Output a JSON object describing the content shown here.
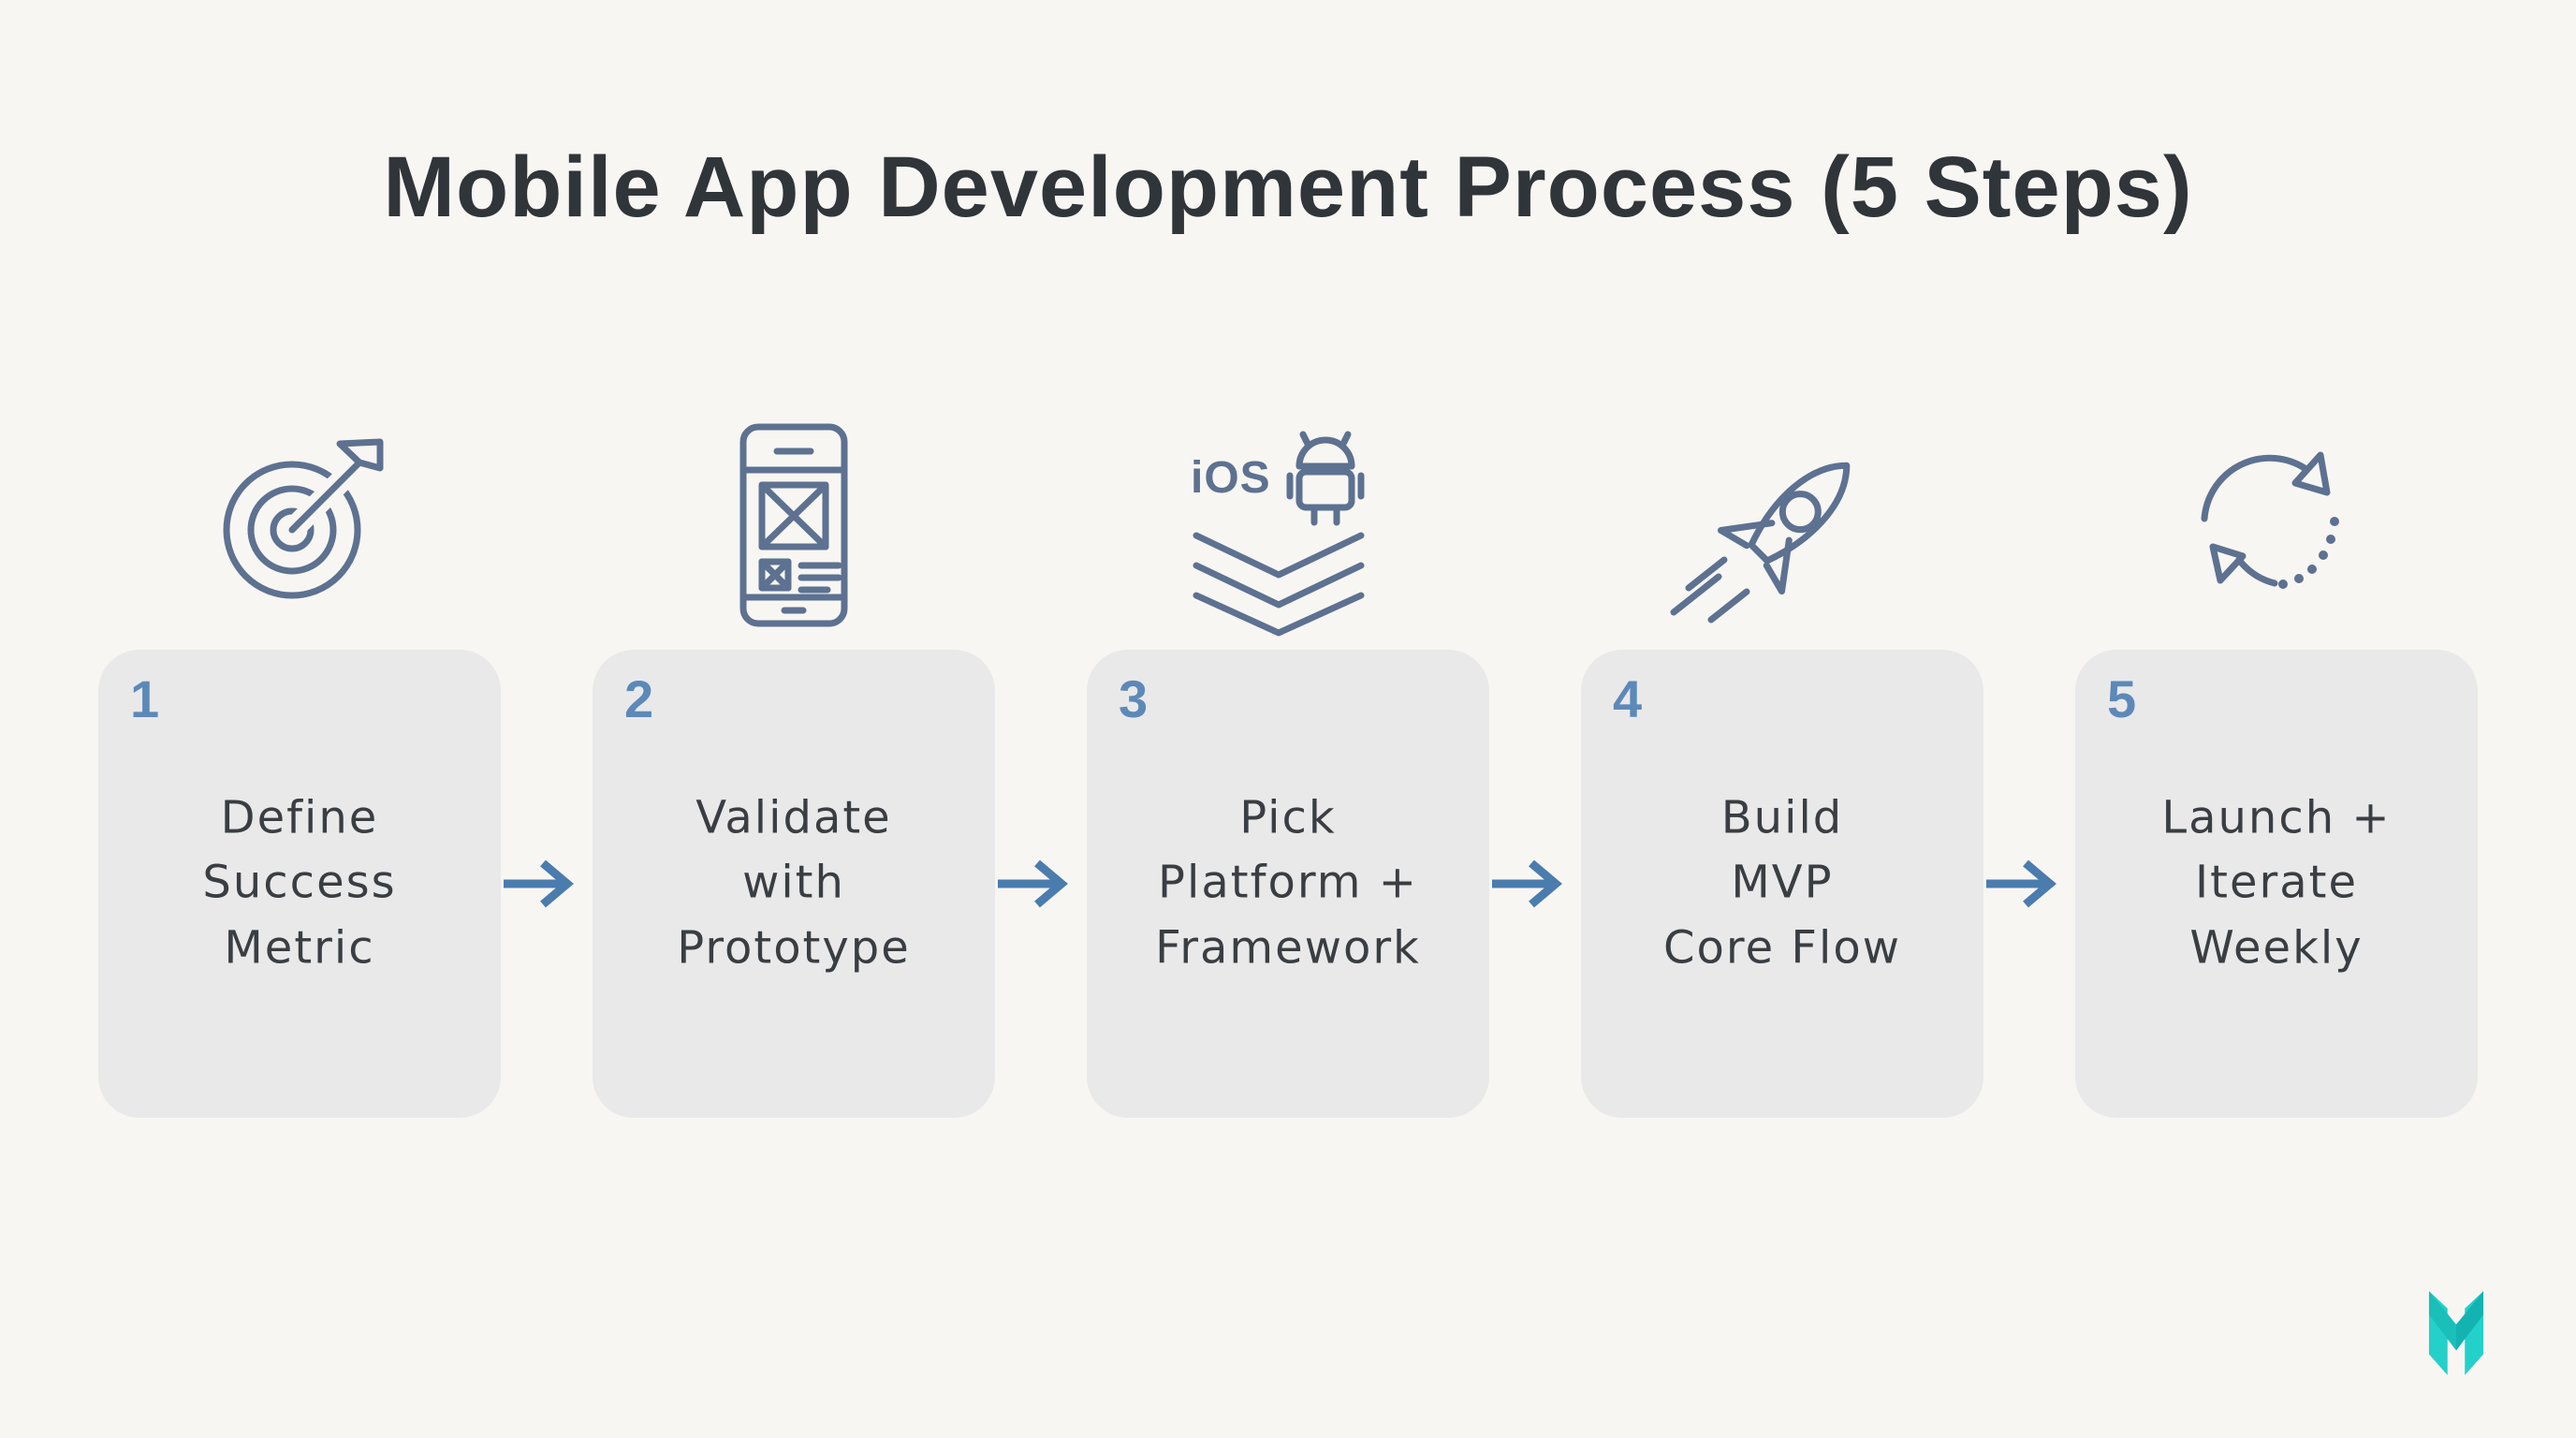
{
  "title": "Mobile App Development Process (5 Steps)",
  "steps": [
    {
      "number": "1",
      "icon": "target-icon",
      "label": "Define Success Metric",
      "lines": [
        "Define",
        "Success",
        "Metric"
      ]
    },
    {
      "number": "2",
      "icon": "phone-prototype-icon",
      "label": "Validate with Prototype",
      "lines": [
        "Validate",
        "with",
        "Prototype"
      ]
    },
    {
      "number": "3",
      "icon": "platforms-icon",
      "label": "Pick Platform + Framework",
      "ios_label": "iOS",
      "lines": [
        "Pick",
        "Platform +",
        "Framework"
      ]
    },
    {
      "number": "4",
      "icon": "rocket-icon",
      "label": "Build MVP Core Flow",
      "lines": [
        "Build",
        "MVP",
        "Core Flow"
      ]
    },
    {
      "number": "5",
      "icon": "refresh-cycle-icon",
      "label": "Launch + Iterate Weekly",
      "lines": [
        "Launch +",
        "Iterate",
        "Weekly"
      ]
    }
  ],
  "colors": {
    "background": "#f8f6f2",
    "card_gray": "#e9e9ea",
    "number_blue": "#5d89b8",
    "arrow_blue": "#4a7cae",
    "icon_slate": "#5d7191",
    "title_dark": "#30353a",
    "label_dark": "#3a3e42",
    "logo_teal_light": "#24d0ca",
    "logo_teal_mid": "#1abfba",
    "logo_teal_dark": "#12b3b0"
  }
}
